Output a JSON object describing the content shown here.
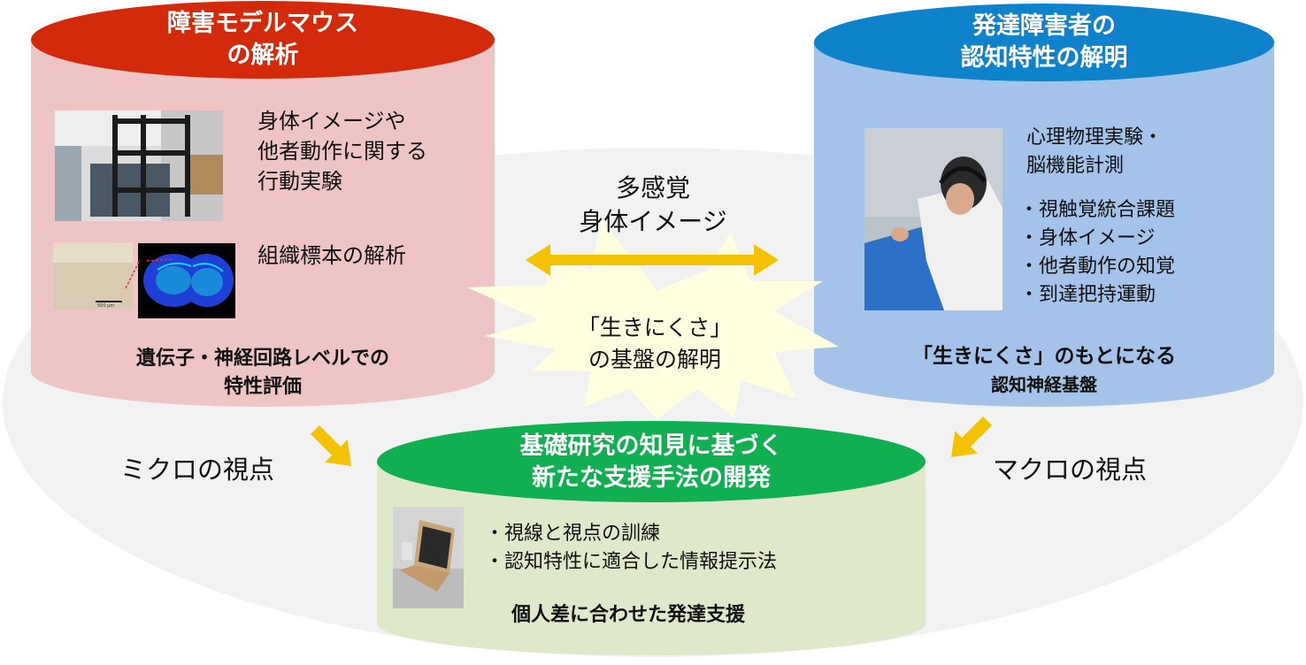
{
  "left": {
    "title_line1": "障害モデルマウス",
    "title_line2": "の解析",
    "item1_line1": "身体イメージや",
    "item1_line2": "他者動作に関する",
    "item1_line3": "行動実験",
    "item2": "組織標本の解析",
    "footer_line1": "遺伝子・神経回路レベルでの",
    "footer_line2": "特性評価",
    "scale_label": "500 μm",
    "color": "#d42a0c",
    "body_color": "#eec5c4"
  },
  "right": {
    "title_line1": "発達障害者の",
    "title_line2": "認知特性の解明",
    "method_line1": "心理物理実験・",
    "method_line2": "脳機能計測",
    "bullets": [
      "・視触覚統合課題",
      "・身体イメージ",
      "・他者動作の知覚",
      "・到達把持運動"
    ],
    "footer_line1": "「生きにくさ」のもとになる",
    "footer_line2": "認知神経基盤",
    "color": "#0f82cc",
    "body_color": "#a3c3e9"
  },
  "bottom": {
    "title_line1": "基礎研究の知見に基づく",
    "title_line2": "新たな支援手法の開発",
    "bullets": [
      "・視線と視点の訓練",
      "・認知特性に適合した情報提示法"
    ],
    "footer": "個人差に合わせた発達支援",
    "color": "#10b050",
    "body_color": "#dfe8c8"
  },
  "center": {
    "arrow_label_line1": "多感覚",
    "arrow_label_line2": "身体イメージ",
    "burst_line1": "「生きにくさ」",
    "burst_line2": "の基盤の解明",
    "arrow_color": "#f4c200",
    "burst_color": "#ffffe0"
  },
  "perspective": {
    "micro": "ミクロの視点",
    "macro": "マクロの視点"
  }
}
